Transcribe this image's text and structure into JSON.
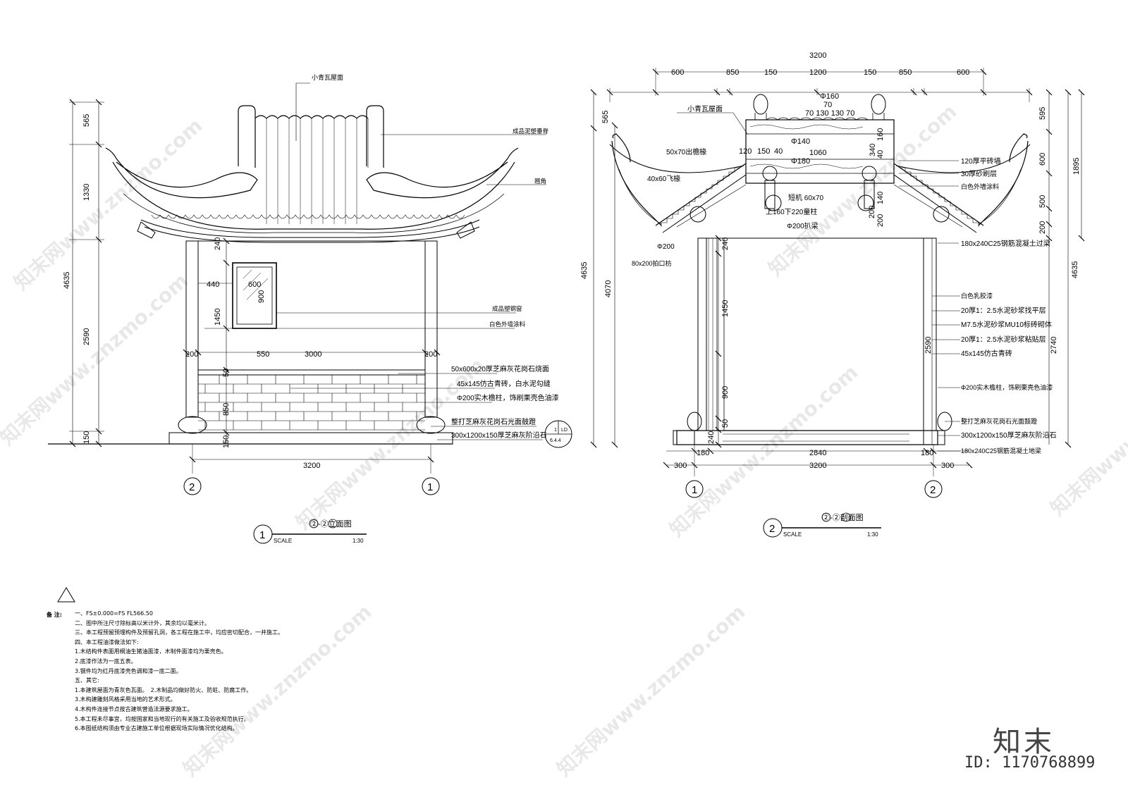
{
  "elevation": {
    "roof_title": "小青瓦屋面",
    "dims_vertical": [
      "565",
      "1330",
      "4635",
      "2590",
      "150"
    ],
    "dims_wall": [
      "240",
      "440",
      "600",
      "900",
      "1450",
      "200",
      "550",
      "3000",
      "200",
      "50",
      "850",
      "150"
    ],
    "bottom_dim": "3200",
    "axis_left": "2",
    "axis_right": "1",
    "callouts": [
      "成品泥塑垂脊",
      "翘角",
      "成品塑钢窗",
      "白色外墙涂料",
      "50x600x20厚芝麻灰花岗石烧面",
      "45x145仿古青砖，白水泥勾缝",
      "Φ200实木檐柱，饰刷栗壳色油漆",
      "整打芝麻灰花岗石光面鼓蹬",
      "300x1200x150厚芝麻灰阶沿石"
    ],
    "detail_ref": {
      "top": "1",
      "right": "LD",
      "bottom": "6.4.4"
    },
    "title_num": "1",
    "title": "②-②立面图",
    "scale_label": "SCALE",
    "scale": "1:30"
  },
  "section": {
    "top_total": "3200",
    "top_dims": [
      "600",
      "850",
      "150",
      "1200",
      "150",
      "850",
      "600"
    ],
    "dims_mid": [
      "Φ160",
      "70",
      "70 130 130 70",
      "Φ140",
      "1060",
      "Φ180",
      "120",
      "150",
      "40",
      "340",
      "40",
      "160",
      "140",
      "200",
      "200"
    ],
    "labels_left": [
      "小青瓦屋面",
      "50x70出檐椽",
      "40x60飞椽",
      "Φ200",
      "80x200拍口枋"
    ],
    "labels_mid": [
      "短机 60x70",
      "上160下220童柱",
      "Φ200扒梁"
    ],
    "dims_left": [
      "565",
      "4635",
      "4070",
      "240",
      "1450",
      "900",
      "50",
      "240"
    ],
    "dims_right_outer": [
      "595",
      "600",
      "500",
      "200",
      "1895",
      "4635"
    ],
    "dims_right_inner": [
      "2590",
      "2740"
    ],
    "callouts_right": [
      "120厚平砖墙",
      "30厚砂刷层",
      "白色外墙涂料",
      "180x240C25钢筋混凝土过梁",
      "白色乳胶漆",
      "20厚1：2.5水泥砂浆找平层",
      "M7.5水泥砂浆MU10标砖砌体",
      "20厚1：2.5水泥砂浆粘贴层",
      "45x145仿古青砖",
      "Φ200实木檐柱，饰刷栗壳色油漆",
      "整打芝麻灰花岗石光面鼓蹬",
      "300x1200x150厚芝麻灰阶沿石",
      "180x240C25钢筋混凝土地梁"
    ],
    "bottom_dims": [
      "180",
      "2840",
      "180"
    ],
    "bottom_dims2": [
      "300",
      "3200",
      "300"
    ],
    "axis_left": "1",
    "axis_right": "2",
    "title_num": "2",
    "title": "②-②剖面图",
    "scale_label": "SCALE",
    "scale": "1:30"
  },
  "notes": {
    "title": "备 注:",
    "lines": [
      "一、FS±0.000=FS FL566.50",
      "二、图中所注尺寸除标高以米计外，其余均以毫米计。",
      "三、本工程预留预埋构件及预留孔洞，各工程在施工中，均应密切配合，一并施工。",
      "四、本工程油漆做法如下:",
      "1.木结构件表面用桐油生猪油面漆，木制件面漆均为栗壳色。",
      "2.底漆作法为一底五表。",
      "3.钢件均为红丹底漆壳色调和漆一底二面。",
      "五、其它:",
      "1.本建筑屋面为青灰色瓦面。　2.木制品均做好防火、防蛀、防腐工作。",
      "3.木构建雕刻风格采用当地的艺术形式。",
      "4.木构件连接节点按古建筑营造法源要求施工。",
      "5.本工程未尽事宜，均按国家和当地现行的有关施工及验收规范执行。",
      "6.本图纸结构须由专业古建施工单位根据现场实际情况优化结构。"
    ]
  },
  "watermark": {
    "text": "知末网www.znzmo.com",
    "brand": "知末",
    "id": "ID: 1170768899"
  }
}
